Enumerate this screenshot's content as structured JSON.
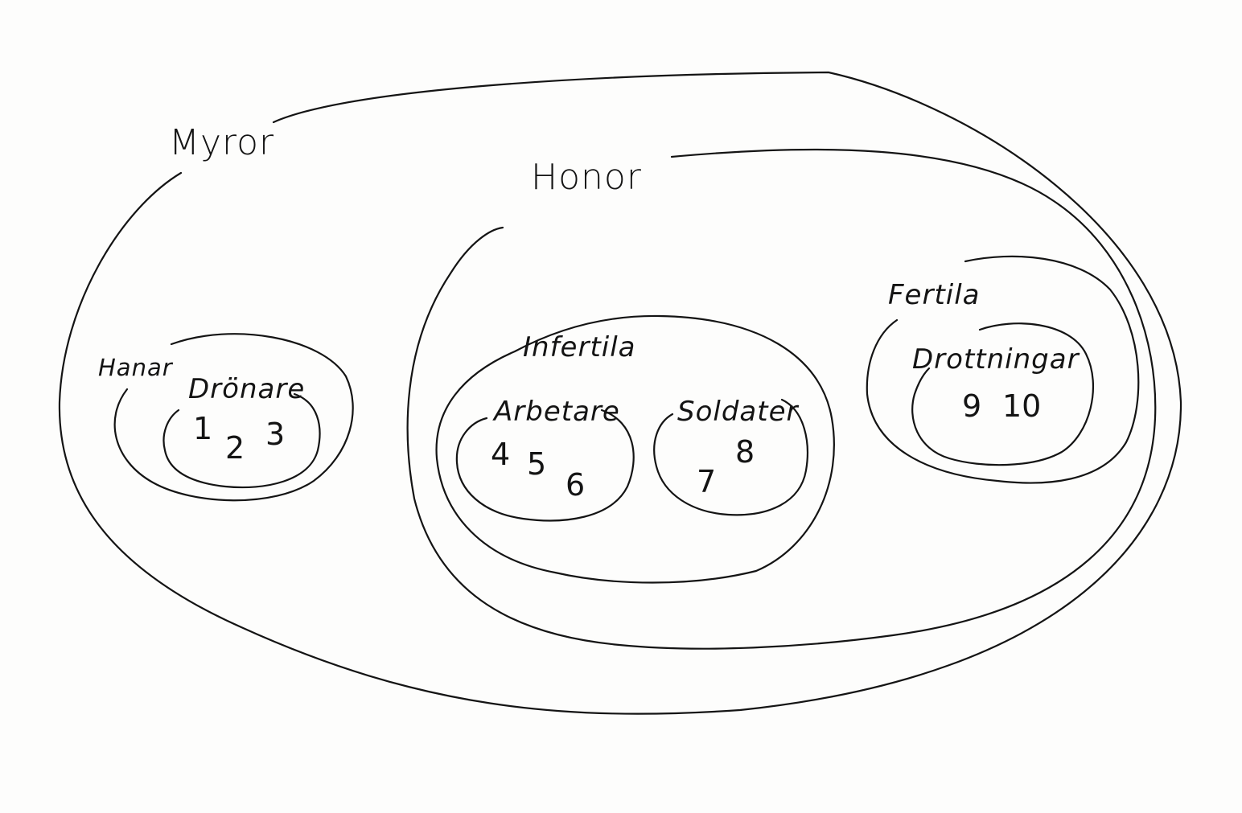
{
  "sets": {
    "myror": {
      "label": "Myror"
    },
    "hanar": {
      "label": "Hanar"
    },
    "dronare": {
      "label": "Drönare",
      "members": [
        "1",
        "2",
        "3"
      ]
    },
    "honor": {
      "label": "Honor"
    },
    "infertila": {
      "label": "Infertila"
    },
    "arbetare": {
      "label": "Arbetare",
      "members": [
        "4",
        "5",
        "6"
      ]
    },
    "soldater": {
      "label": "Soldater",
      "members": [
        "7",
        "8"
      ]
    },
    "fertila": {
      "label": "Fertila"
    },
    "drottningar": {
      "label": "Drottningar",
      "members": [
        "9",
        "10"
      ]
    }
  }
}
